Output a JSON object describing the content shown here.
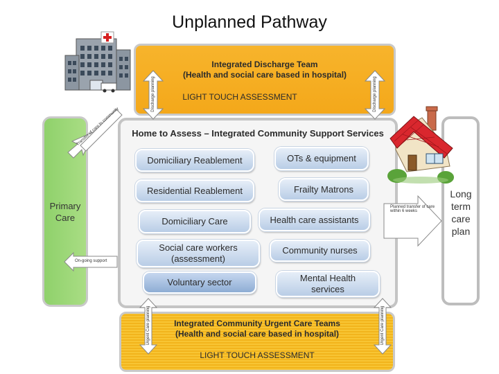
{
  "title": "Unplanned Pathway",
  "top_band": {
    "title_line1": "Integrated Discharge Team",
    "title_line2": "(Health and social care based in hospital)",
    "subtitle": "LIGHT TOUCH ASSESSMENT",
    "arrow_left": "Discharge planning",
    "arrow_right": "Discharge planning"
  },
  "center": {
    "title": "Home to Assess – Integrated Community Support Services",
    "left_services": [
      "Domiciliary Reablement",
      "Residential Reablement",
      "Domiciliary Care",
      "Social care workers\n(assessment)",
      "Voluntary sector"
    ],
    "right_services": [
      "OTs & equipment",
      "Frailty Matrons",
      "Health care assistants",
      "Community nurses",
      "Mental Health\nservices"
    ]
  },
  "left_column": {
    "label": "Primary\nCare"
  },
  "right_column": {
    "label": "Long\nterm\ncare\nplan"
  },
  "bottom_band": {
    "title_line1": "Integrated Community Urgent Care Teams",
    "title_line2": "(Health and social care based in hospital)",
    "subtitle": "LIGHT TOUCH ASSESSMENT",
    "arrow_left": "Urgent Care planning",
    "arrow_right": "Urgent Care planning"
  },
  "arrows": {
    "hospital_transfer": "Transfer of care to community",
    "planned_transfer": "Planned transfer of care within 6 weeks",
    "ongoing_support": "On-going support"
  },
  "colors": {
    "band_orange": "#f4a81a",
    "primary_green": "#8fd16b",
    "service_blue": "#b9cde6",
    "panel_border": "#c4c4c4"
  }
}
